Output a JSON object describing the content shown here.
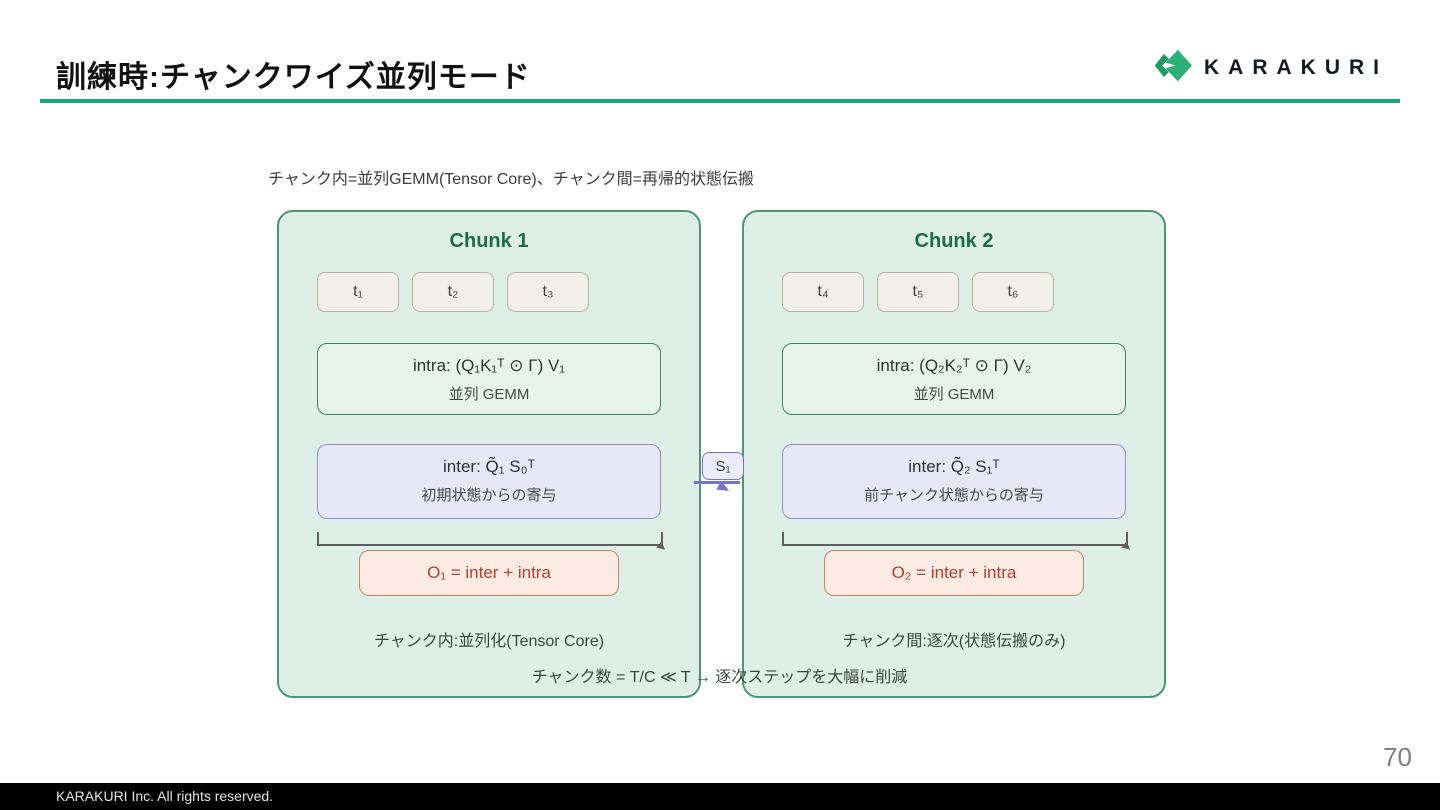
{
  "page": {
    "title": "訓練時:チャンクワイズ並列モード",
    "page_number": "70",
    "footer": "KARAKURI Inc.  All rights reserved.",
    "logo_text": "KARAKURI"
  },
  "colors": {
    "accent_teal": "#14a87c",
    "chunk_fill": "#ddefe7",
    "chunk_border": "#4e937a",
    "intra_fill": "#e7f4ee",
    "inter_fill": "#e8e7f8",
    "inter_border": "#938cda",
    "output_fill": "#fcebe3",
    "output_border": "#cf8260",
    "output_text": "#b3402e",
    "footer_bg": "#000000"
  },
  "diagram": {
    "caption": "チャンク内=並列GEMM(Tensor Core)、チャンク間=再帰的状態伝搬",
    "bottom_note": "チャンク数 = T/C ≪ T → 逐次ステップを大幅に削減",
    "state_label": "S₁",
    "chunks": [
      {
        "title": "Chunk 1",
        "timesteps": [
          "t₁",
          "t₂",
          "t₃"
        ],
        "intra": {
          "formula": "intra: (Q₁K₁ᵀ ⊙ Γ) V₁",
          "label": "並列 GEMM"
        },
        "inter": {
          "formula": "inter: Q̃₁ S₀ᵀ",
          "label": "初期状態からの寄与"
        },
        "output": "O₁ = inter + intra",
        "caption": "チャンク内:並列化(Tensor Core)"
      },
      {
        "title": "Chunk 2",
        "timesteps": [
          "t₄",
          "t₅",
          "t₆"
        ],
        "intra": {
          "formula": "intra: (Q₂K₂ᵀ ⊙ Γ) V₂",
          "label": "並列 GEMM"
        },
        "inter": {
          "formula": "inter: Q̃₂ S₁ᵀ",
          "label": "前チャンク状態からの寄与"
        },
        "output": "O₂ = inter + intra",
        "caption": "チャンク間:逐次(状態伝搬のみ)"
      }
    ]
  }
}
